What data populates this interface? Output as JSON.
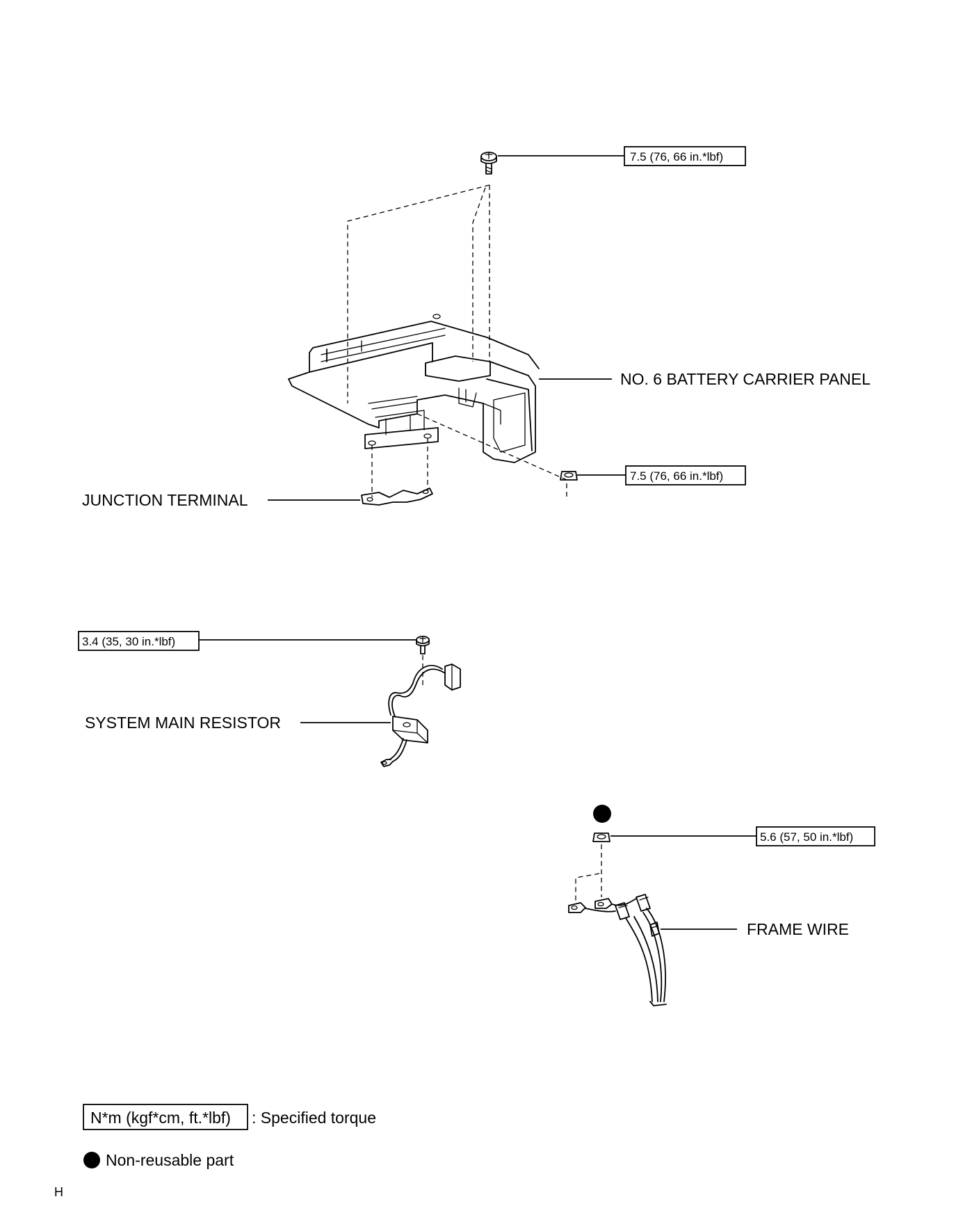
{
  "labels": {
    "battery_carrier_panel": "NO. 6 BATTERY CARRIER PANEL",
    "junction_terminal": "JUNCTION TERMINAL",
    "system_main_resistor": "SYSTEM MAIN RESISTOR",
    "frame_wire": "FRAME WIRE"
  },
  "torques": {
    "panel_bolt": "7.5 (76, 66 in.*lbf)",
    "panel_nut": "7.5 (76, 66 in.*lbf)",
    "resistor_bolt": "3.4 (35, 30 in.*lbf)",
    "frame_wire_nut": "5.6 (57, 50 in.*lbf)"
  },
  "legend": {
    "torque_unit": "N*m (kgf*cm, ft.*lbf)",
    "torque_desc": ": Specified torque",
    "nonreusable_desc": "Non-reusable part"
  },
  "corner_mark": "H"
}
